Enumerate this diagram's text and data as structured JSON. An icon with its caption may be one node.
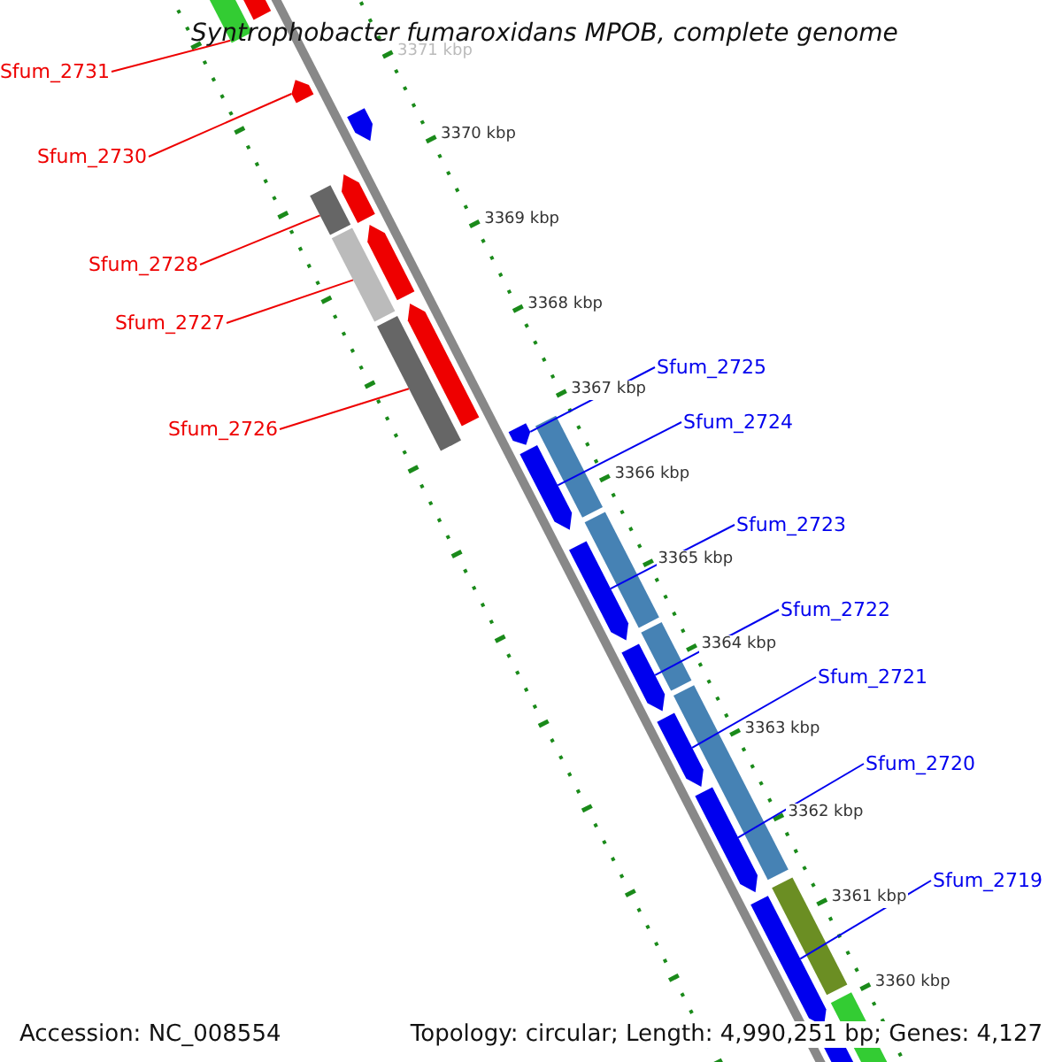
{
  "diagram": {
    "title": "Syntrophobacter fumaroxidans MPOB, complete genome",
    "nodes": [
      {
        "text": [
          "Sfum_2731"
        ]
      },
      {
        "text": [
          "Sfum_2730"
        ]
      },
      {
        "text": [
          "Sfum_2728"
        ]
      },
      {
        "text": [
          "Sfum_2727"
        ]
      },
      {
        "text": [
          "Sfum_2726"
        ]
      },
      {
        "text": [
          "Sfum_2725"
        ]
      },
      {
        "text": [
          "Sfum_2724"
        ]
      },
      {
        "text": [
          "Sfum_2723"
        ]
      },
      {
        "text": [
          "Sfum_2722"
        ]
      },
      {
        "text": [
          "Sfum_2721"
        ]
      },
      {
        "text": [
          "Sfum_2720"
        ]
      },
      {
        "text": [
          "Sfum_2719"
        ]
      },
      {
        "text": [],
        "shape": "box"
      },
      {
        "text": [],
        "shape": "arrow"
      },
      {
        "text": [],
        "shape": "box"
      },
      {
        "text": [],
        "shape": "box"
      },
      {
        "text": [],
        "shape": "box"
      },
      {
        "text": [],
        "shape": "arrow"
      },
      {
        "text": [],
        "shape": "arrow"
      },
      {
        "text": [],
        "shape": "arrow"
      },
      {
        "text": [],
        "shape": "arrow"
      },
      {
        "text": [],
        "shape": "arrow"
      },
      {
        "text": [],
        "shape": "arrow"
      },
      {
        "text": [],
        "shape": "arrow"
      }
    ],
    "edges": [
      {
        "from": 0,
        "to": 12,
        "arrow": "none",
        "color": "#ee0000"
      },
      {
        "from": 1,
        "to": 13,
        "arrow": "none",
        "color": "#ee0000"
      },
      {
        "from": 2,
        "to": 14,
        "arrow": "none",
        "color": "#ee0000"
      },
      {
        "from": 3,
        "to": 15,
        "arrow": "none",
        "color": "#ee0000"
      },
      {
        "from": 4,
        "to": 16,
        "arrow": "none",
        "color": "#ee0000"
      },
      {
        "from": 5,
        "to": 17,
        "arrow": "none"
      },
      {
        "from": 6,
        "to": 18,
        "arrow": "none"
      },
      {
        "from": 7,
        "to": 19,
        "arrow": "none"
      },
      {
        "from": 8,
        "to": 20,
        "arrow": "none"
      },
      {
        "from": 9,
        "to": 21,
        "arrow": "none"
      },
      {
        "from": 10,
        "to": 22,
        "arrow": "none"
      },
      {
        "from": 11,
        "to": 23,
        "arrow": "none"
      }
    ],
    "labels": [
      "3371 kbp",
      "3370 kbp",
      "3369 kbp",
      "3368 kbp",
      "3367 kbp",
      "3366 kbp",
      "3365 kbp",
      "3364 kbp",
      "3363 kbp",
      "3362 kbp",
      "3361 kbp",
      "3360 kbp",
      "Accession: NC_008554",
      "Topology: circular; Length: 4,990,251 bp; Genes: 4,127"
    ]
  }
}
